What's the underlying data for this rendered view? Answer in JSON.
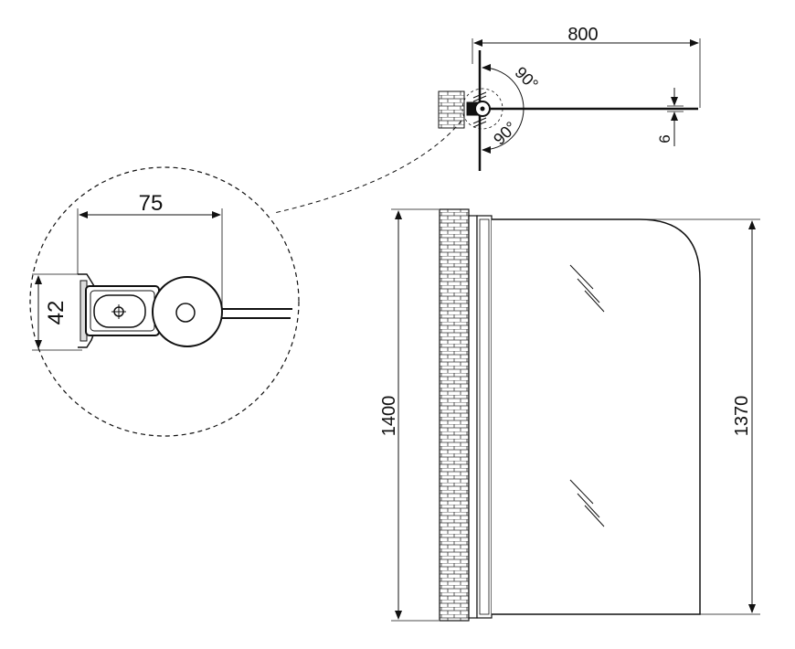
{
  "dimensions": {
    "width_top": "800",
    "thickness": "6",
    "angle_top": "90°",
    "angle_bottom": "90°",
    "detail_width": "75",
    "detail_height": "42",
    "height_total": "1400",
    "height_glass": "1370"
  },
  "colors": {
    "line": "#111111",
    "brick_fill": "#ffffff",
    "hatch": "#333333"
  },
  "icons": {
    "wall": "brick-wall-icon",
    "hinge": "hinge-icon",
    "glass": "glass-reflection-icon"
  }
}
